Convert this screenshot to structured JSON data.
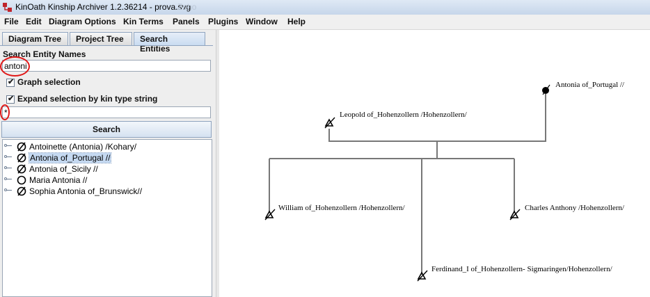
{
  "window": {
    "title": "KinOath Kinship Archiver 1.2.36214 - prova.svg",
    "ghost_title": "Zoho"
  },
  "menu": [
    "File",
    "Edit",
    "Diagram Options",
    "Kin Terms",
    "Panels",
    "Plugins",
    "Window",
    "Help"
  ],
  "tabs": [
    "Diagram Tree",
    "Project Tree",
    "Search Entities"
  ],
  "search": {
    "label": "Search Entity Names",
    "value": "antoni",
    "graph_selection_label": "Graph selection",
    "graph_selection_checked": true,
    "expand_label": "Expand selection by kin type string",
    "expand_checked": true,
    "kin_type_value": "*",
    "button_label": "Search"
  },
  "results": [
    {
      "name": "Antoinette (Antonia) /Kohary/",
      "symbol": "null"
    },
    {
      "name": "Antonia of_Portugal //",
      "symbol": "null",
      "selected": true
    },
    {
      "name": "Antonia of_Sicily //",
      "symbol": "null"
    },
    {
      "name": "Maria Antonia //",
      "symbol": "circle"
    },
    {
      "name": "Sophia Antonia of_Brunswick//",
      "symbol": "null"
    }
  ],
  "diagram": {
    "people": [
      {
        "label": "Antonia of_Portugal //",
        "symbol": "filled-circle"
      },
      {
        "label": "Leopold of_Hohenzollern /Hohenzollern/",
        "symbol": "triangle-crossed"
      },
      {
        "label": "William of_Hohenzollern /Hohenzollern/",
        "symbol": "triangle-crossed"
      },
      {
        "label": "Charles Anthony /Hohenzollern/",
        "symbol": "triangle-crossed"
      },
      {
        "label": "Ferdinand_I of_Hohenzollern- Sigmaringen/Hohenzollern/",
        "symbol": "triangle-crossed"
      }
    ]
  },
  "colors": {
    "highlight_red": "#e01818",
    "selection_blue": "#c5d9f1",
    "accent_border": "#8fa4bf"
  }
}
